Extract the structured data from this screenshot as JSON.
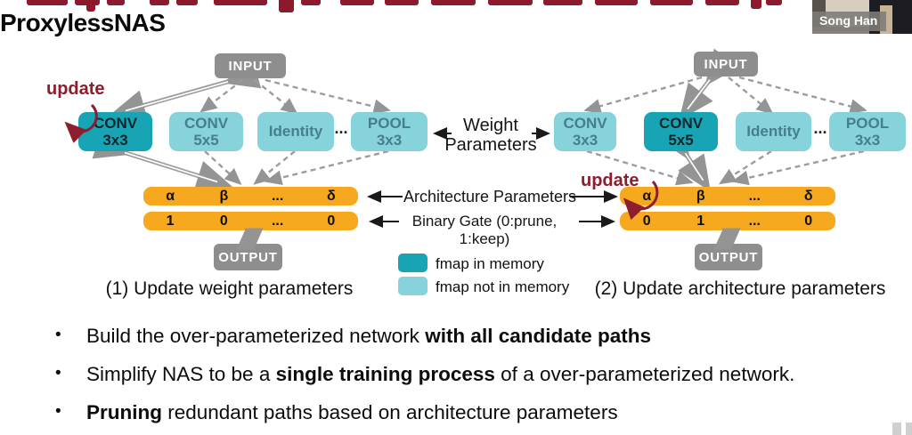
{
  "slide": {
    "title": "ProxylessNAS",
    "speaker_label": "Song Han",
    "captions": {
      "left": "(1) Update weight parameters",
      "right": "(2) Update architecture parameters"
    },
    "bullets": [
      {
        "segments": [
          {
            "text": "Build the over-parameterized network ",
            "bold": false
          },
          {
            "text": "with all candidate paths",
            "bold": true
          }
        ]
      },
      {
        "segments": [
          {
            "text": "Simplify NAS to be a ",
            "bold": false
          },
          {
            "text": "single training process",
            "bold": true
          },
          {
            "text": " of a over-parameterized network.",
            "bold": false
          }
        ]
      },
      {
        "segments": [
          {
            "text": "Pruning",
            "bold": true
          },
          {
            "text": " redundant paths based on architecture parameters",
            "bold": false
          }
        ]
      }
    ]
  },
  "diagram": {
    "labels": {
      "weight": "Weight Parameters",
      "arch": "Architecture Parameters",
      "gate": "Binary Gate (0:prune, 1:keep)",
      "update_left": "update",
      "update_right": "update"
    },
    "left": {
      "input": "INPUT",
      "output": "OUTPUT",
      "dots": "...",
      "candidates": [
        {
          "l1": "CONV",
          "l2": "3x3",
          "state": "active"
        },
        {
          "l1": "CONV",
          "l2": "5x5",
          "state": "inactive"
        },
        {
          "l1": "Identity",
          "l2": "",
          "state": "inactive"
        },
        {
          "l1": "POOL",
          "l2": "3x3",
          "state": "inactive"
        }
      ],
      "alpha_row": [
        "α",
        "β",
        "...",
        "δ"
      ],
      "gate_row": [
        "1",
        "0",
        "...",
        "0"
      ]
    },
    "right": {
      "input": "INPUT",
      "output": "OUTPUT",
      "dots": "...",
      "candidates": [
        {
          "l1": "CONV",
          "l2": "3x3",
          "state": "inactive"
        },
        {
          "l1": "CONV",
          "l2": "5x5",
          "state": "active"
        },
        {
          "l1": "Identity",
          "l2": "",
          "state": "inactive"
        },
        {
          "l1": "POOL",
          "l2": "3x3",
          "state": "inactive"
        }
      ],
      "alpha_row": [
        "α",
        "β",
        "...",
        "δ"
      ],
      "gate_row": [
        "0",
        "1",
        "...",
        "0"
      ]
    },
    "legend": [
      {
        "label": "fmap in memory",
        "color": "#17a5b6"
      },
      {
        "label": "fmap not in memory",
        "color": "#87d3dc"
      }
    ]
  },
  "colors": {
    "active_teal": "#17a5b6",
    "inactive_teal": "#87d3dc",
    "orange_bar": "#f6a81f",
    "gray_node": "#8e8e8e",
    "accent_red": "#8e1d2d"
  }
}
